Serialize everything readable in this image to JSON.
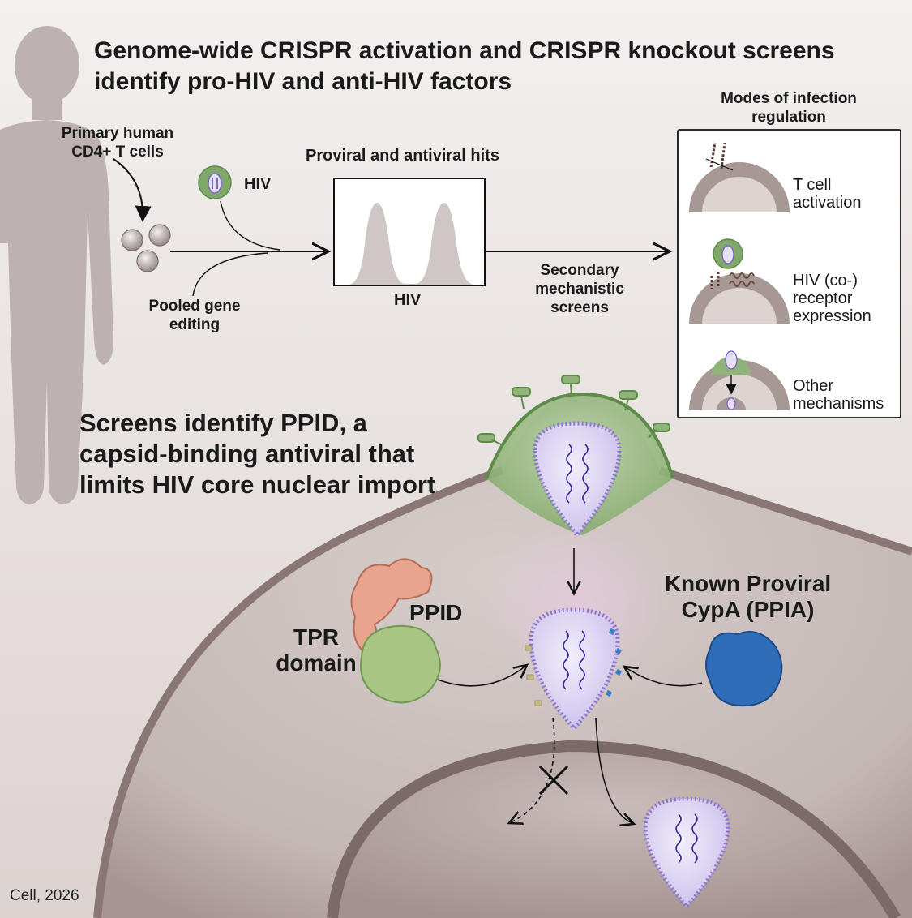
{
  "title": "Genome-wide CRISPR activation and CRISPR knockout screens identify pro-HIV and anti-HIV factors",
  "cells_label": "Primary human CD4+ T cells",
  "hiv_label": "HIV",
  "editing_label": "Pooled gene editing",
  "hits_title": "Proviral and antiviral hits",
  "hits_axis_label": "HIV",
  "secondary_label": "Secondary mechanistic screens",
  "modes_title": "Modes of infection regulation",
  "modes": [
    {
      "label": "T cell activation"
    },
    {
      "label": "HIV (co-) receptor expression"
    },
    {
      "label": "Other mechanisms"
    }
  ],
  "subtitle": "Screens identify PPID, a capsid-binding antiviral that limits HIV core nuclear import",
  "ppid_label": "PPID",
  "tpr_label": "TPR domain",
  "cypa_label": "Known Proviral CypA (PPIA)",
  "credit": "Cell, 2026",
  "colors": {
    "background": "#e8e2e0",
    "silhouette": "#bdb1b1",
    "cell": "#9a8886",
    "nucleus": "#8f7d7c",
    "envelope_green": "#7fa86a",
    "capsid_purple": "#a58fd8",
    "ppid_tpr": "#e8a48d",
    "ppid_core": "#a8c583",
    "cypa": "#2f6db8"
  }
}
